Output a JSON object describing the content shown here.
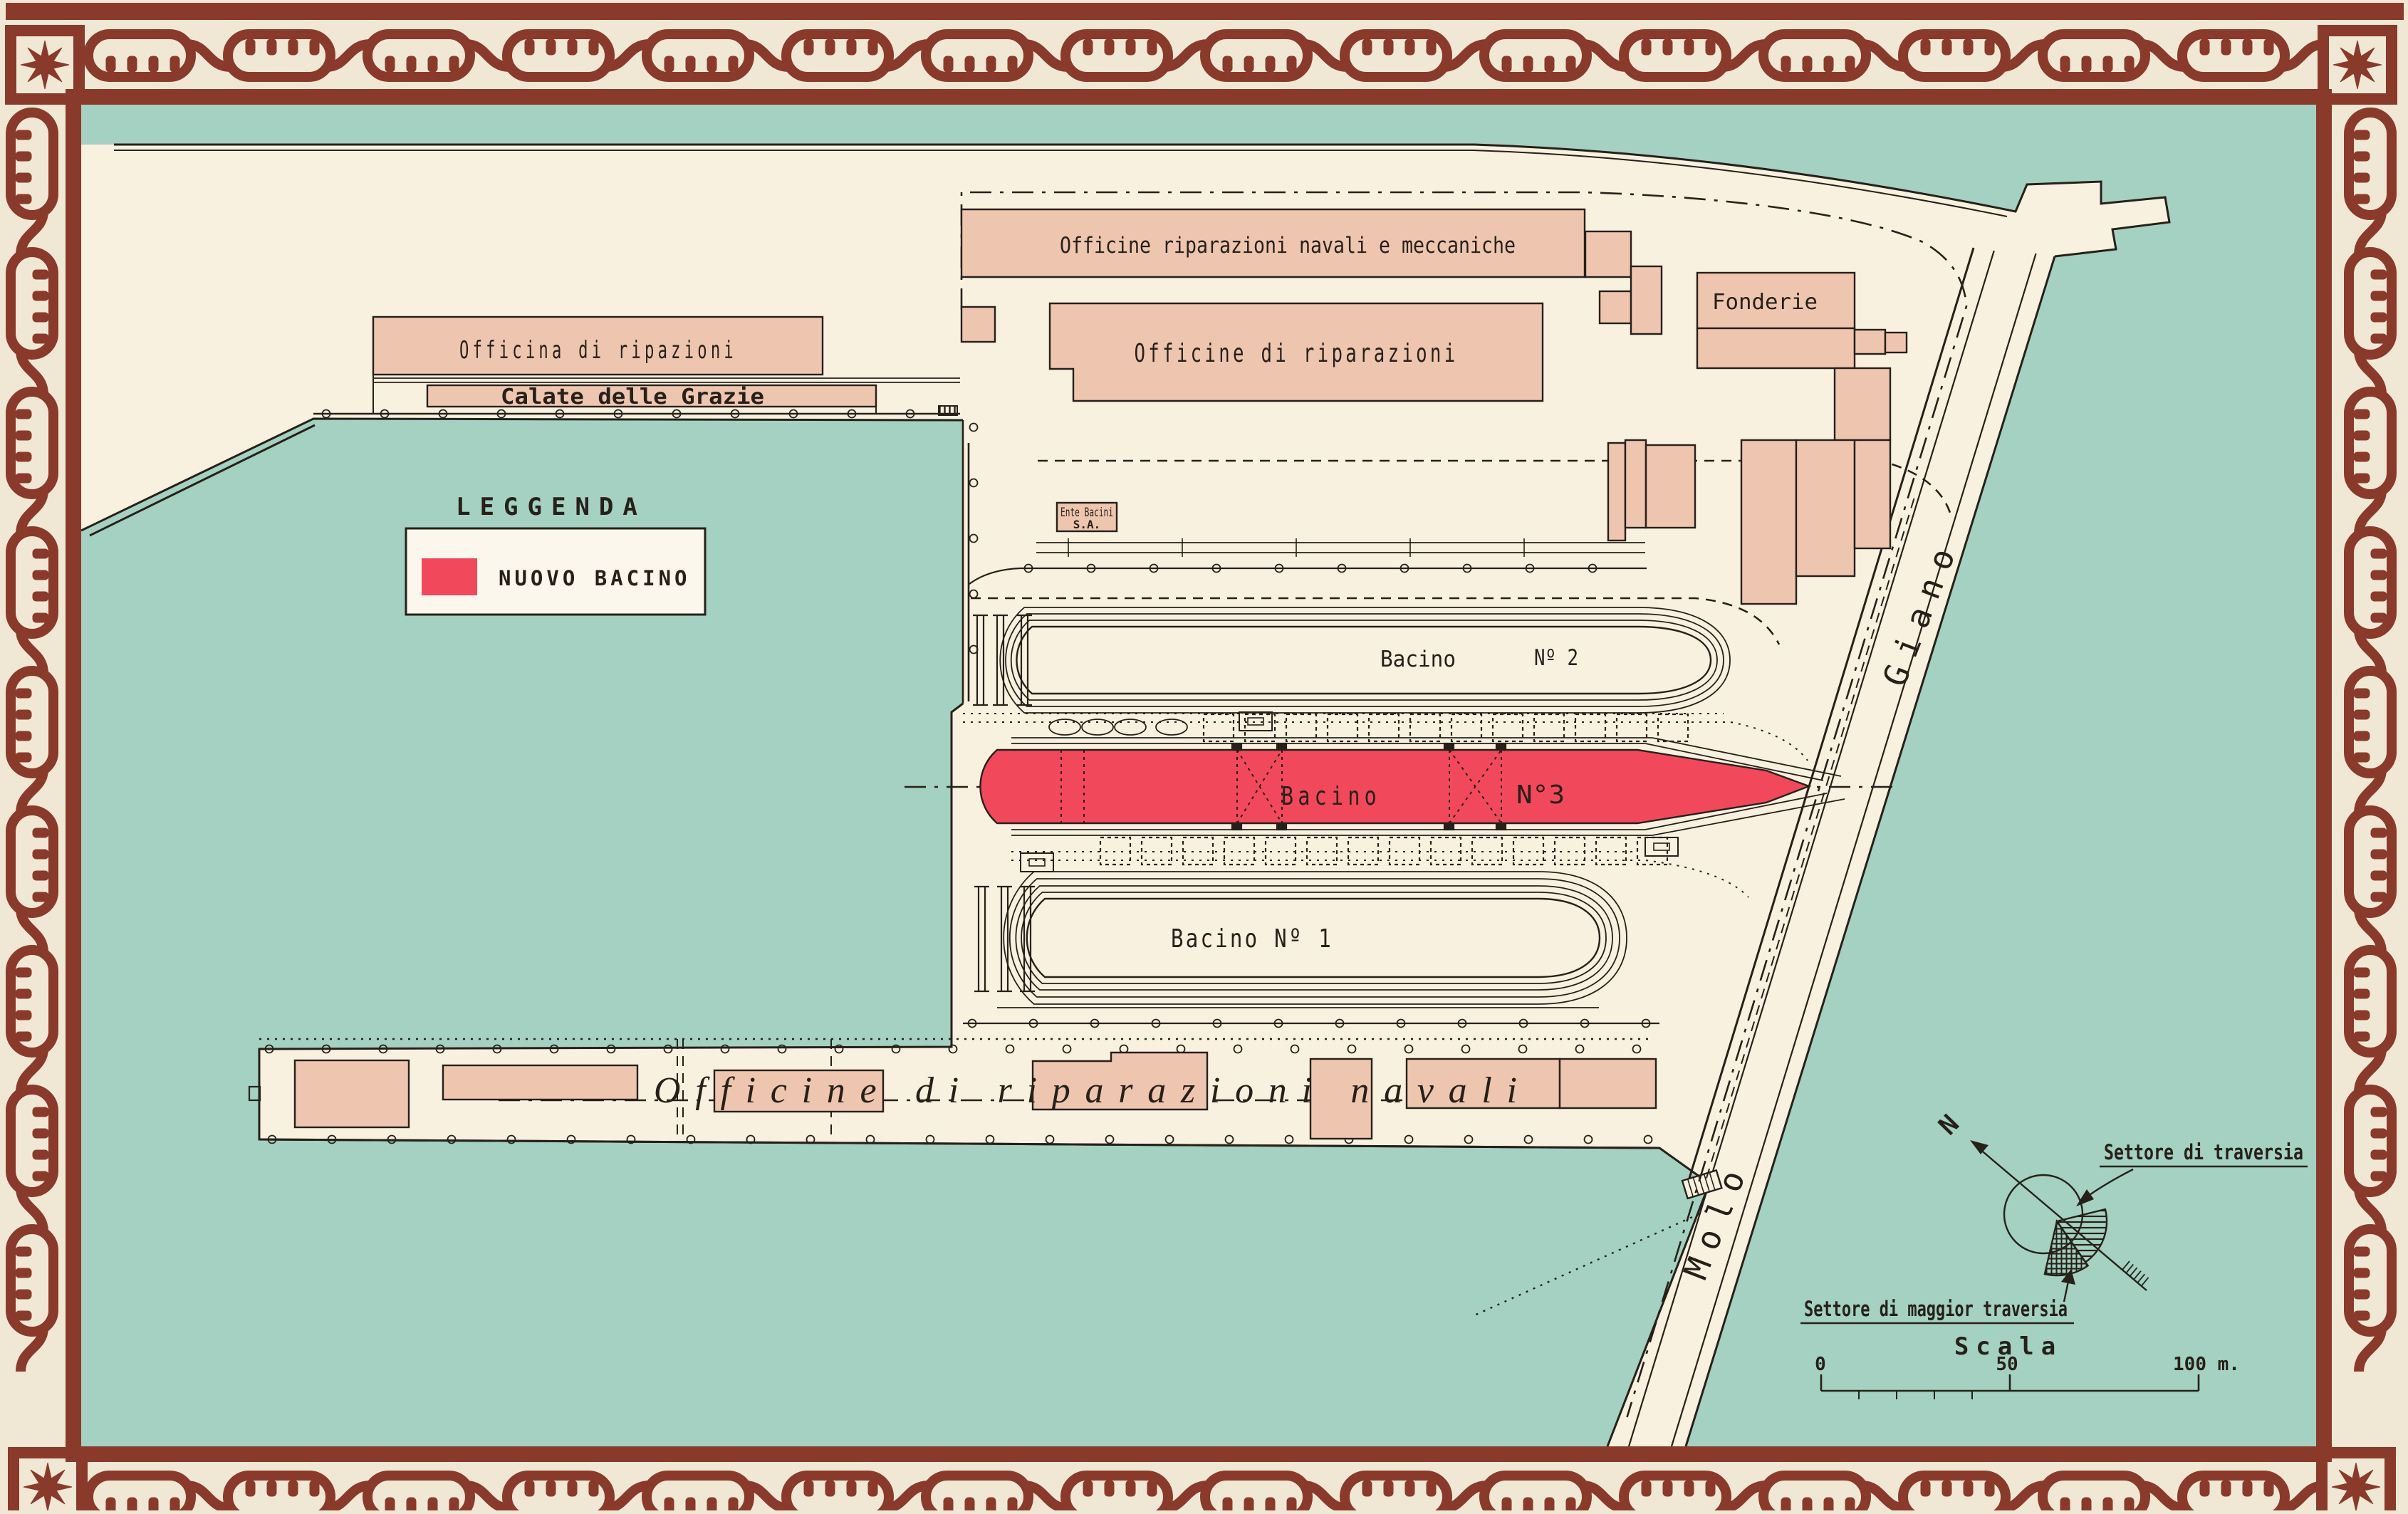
{
  "map": {
    "legend": {
      "title": "LEGGENDA",
      "item_label": "NUOVO BACINO"
    },
    "labels": {
      "officina_di_ripazioni": "Officina di ripazioni",
      "calate_delle_grazie": "Calate delle Grazie",
      "officine_rip_navali_meccaniche": "Officine riparazioni navali e meccaniche",
      "officine_di_riparazioni": "Officine di riparazioni",
      "fonderie": "Fonderie",
      "ente_bacini_line1": "Ente Bacini",
      "ente_bacini_line2": "S.A.",
      "bacino2_word": "Bacino",
      "bacino2_num": "Nº 2",
      "bacino3_word": "Bacino",
      "bacino3_num": "N°3",
      "bacino1": "Bacino Nº 1",
      "officine_navali_spread": "Officine   di   riparazioni   navali",
      "molo": "Molo",
      "giano": "Giano"
    },
    "compass": {
      "north": "N",
      "sector_traversia": "Settore di traversia",
      "sector_maggior_traversia": "Settore di maggior traversia"
    },
    "scalebar": {
      "title": "Scala",
      "tick0": "0",
      "tick50": "50",
      "tick100": "100 m."
    },
    "colors": {
      "paper_margin": "#f0e8d5",
      "land": "#f8f1df",
      "water": "#a4d1c1",
      "border_maroon": "#8a3a2b",
      "building_pink": "#eec6b0",
      "nuovo_bacino_red": "#f2485c",
      "ink": "#27201a"
    }
  }
}
